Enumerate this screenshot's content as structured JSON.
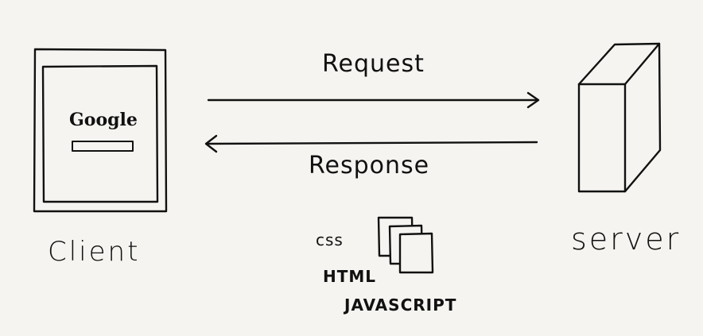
{
  "client": {
    "label": "Client",
    "screen_brand": "Google"
  },
  "server": {
    "label": "server"
  },
  "arrows": {
    "request_label": "Request",
    "response_label": "Response"
  },
  "files": {
    "labels": [
      "css",
      "HTML",
      "JAVASCRIPT"
    ]
  },
  "colors": {
    "ink": "#111111",
    "paper": "#f5f4f1"
  }
}
